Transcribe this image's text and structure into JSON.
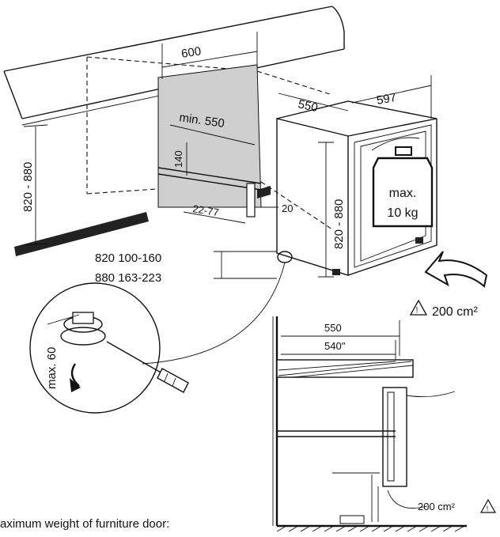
{
  "dimensions": {
    "width_top": "600",
    "min_depth": "min. 550",
    "plinth_gap": "140",
    "niche_height": "820 - 880",
    "offset": "22-77",
    "side_gap": "20",
    "appliance_depth": "550",
    "appliance_width": "597",
    "appliance_height": "820 - 880",
    "plinth_row1": "820 100-160",
    "plinth_row2": "880 163-223",
    "foot_adjust": "max. 60",
    "section_depth": "550",
    "section_depth_inner": "540\""
  },
  "weight_label": {
    "line1": "max.",
    "line2": "10 kg"
  },
  "ventilation": {
    "area_main": "200 cm²",
    "area_section": "200 cm²"
  },
  "caption": "aximum weight of furniture door:"
}
